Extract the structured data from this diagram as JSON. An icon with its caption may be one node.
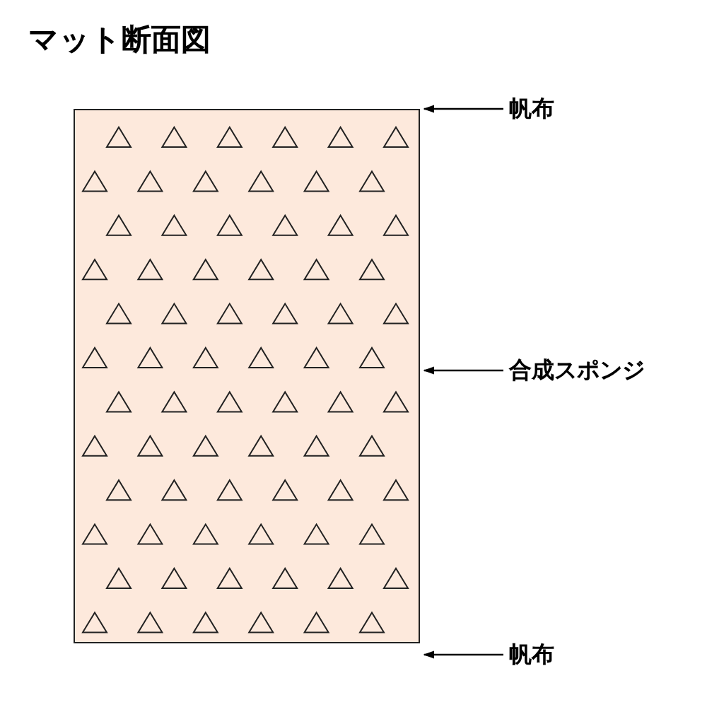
{
  "diagram": {
    "title": "マット断面図",
    "nodes": [
      {
        "text": [],
        "shape": "box"
      },
      {
        "text": [
          "帆布"
        ]
      },
      {
        "text": [
          "合成スポンジ"
        ]
      },
      {
        "text": [
          "帆布"
        ]
      }
    ],
    "edges": [
      {
        "from": 1,
        "to": 0,
        "arrow": "to"
      },
      {
        "from": 2,
        "to": 0,
        "arrow": "to"
      },
      {
        "from": 3,
        "to": 0,
        "arrow": "to"
      }
    ]
  }
}
